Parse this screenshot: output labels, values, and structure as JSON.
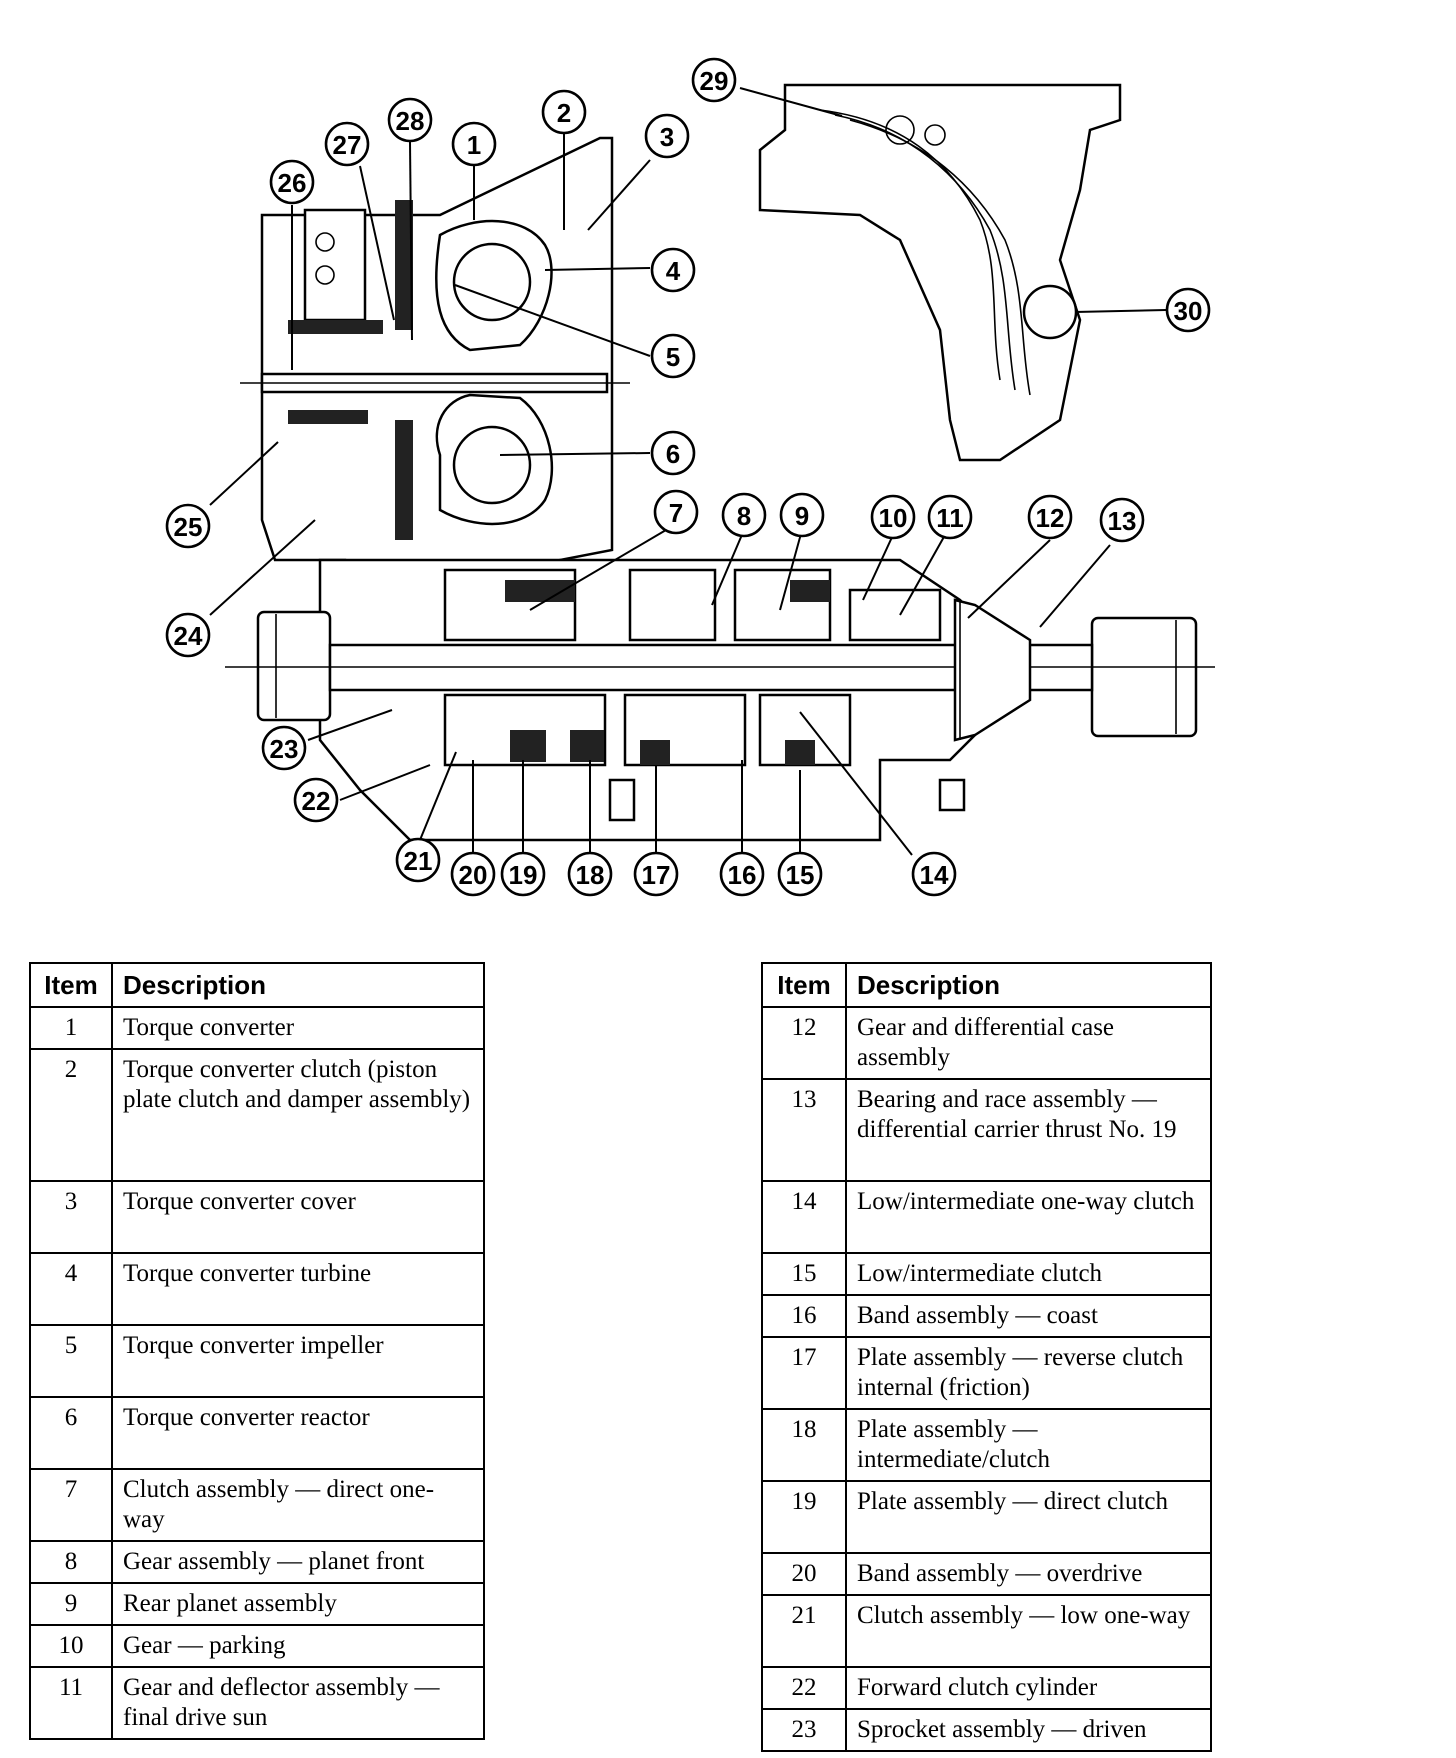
{
  "callouts": [
    {
      "label": "1"
    },
    {
      "label": "2"
    },
    {
      "label": "3"
    },
    {
      "label": "4"
    },
    {
      "label": "5"
    },
    {
      "label": "6"
    },
    {
      "label": "7"
    },
    {
      "label": "8"
    },
    {
      "label": "9"
    },
    {
      "label": "10"
    },
    {
      "label": "11"
    },
    {
      "label": "12"
    },
    {
      "label": "13"
    },
    {
      "label": "14"
    },
    {
      "label": "15"
    },
    {
      "label": "16"
    },
    {
      "label": "17"
    },
    {
      "label": "18"
    },
    {
      "label": "19"
    },
    {
      "label": "20"
    },
    {
      "label": "21"
    },
    {
      "label": "22"
    },
    {
      "label": "23"
    },
    {
      "label": "24"
    },
    {
      "label": "25"
    },
    {
      "label": "26"
    },
    {
      "label": "27"
    },
    {
      "label": "28"
    },
    {
      "label": "29"
    },
    {
      "label": "30"
    }
  ],
  "tables": {
    "headers": {
      "item": "Item",
      "description": "Description"
    },
    "left": [
      {
        "item": "1",
        "description": "Torque converter"
      },
      {
        "item": "2",
        "description": "Torque converter clutch (piston plate clutch and damper assembly)"
      },
      {
        "item": "3",
        "description": "Torque converter cover"
      },
      {
        "item": "4",
        "description": "Torque converter turbine"
      },
      {
        "item": "5",
        "description": "Torque converter impeller"
      },
      {
        "item": "6",
        "description": "Torque converter reactor"
      },
      {
        "item": "7",
        "description": "Clutch assembly — direct one-way"
      },
      {
        "item": "8",
        "description": "Gear assembly — planet front"
      },
      {
        "item": "9",
        "description": "Rear planet assembly"
      },
      {
        "item": "10",
        "description": "Gear — parking"
      },
      {
        "item": "11",
        "description": "Gear and deflector assembly — final drive sun"
      }
    ],
    "right": [
      {
        "item": "12",
        "description": "Gear and differential case assembly"
      },
      {
        "item": "13",
        "description": "Bearing and race assembly — differential carrier thrust No. 19"
      },
      {
        "item": "14",
        "description": "Low/intermediate one-way clutch"
      },
      {
        "item": "15",
        "description": "Low/intermediate clutch"
      },
      {
        "item": "16",
        "description": "Band assembly — coast"
      },
      {
        "item": "17",
        "description": "Plate assembly — reverse clutch internal (friction)"
      },
      {
        "item": "18",
        "description": "Plate assembly — intermediate/clutch"
      },
      {
        "item": "19",
        "description": "Plate assembly — direct clutch"
      },
      {
        "item": "20",
        "description": "Band assembly — overdrive"
      },
      {
        "item": "21",
        "description": "Clutch assembly — low one-way"
      },
      {
        "item": "22",
        "description": "Forward clutch cylinder"
      },
      {
        "item": "23",
        "description": "Sprocket assembly — driven"
      }
    ]
  }
}
